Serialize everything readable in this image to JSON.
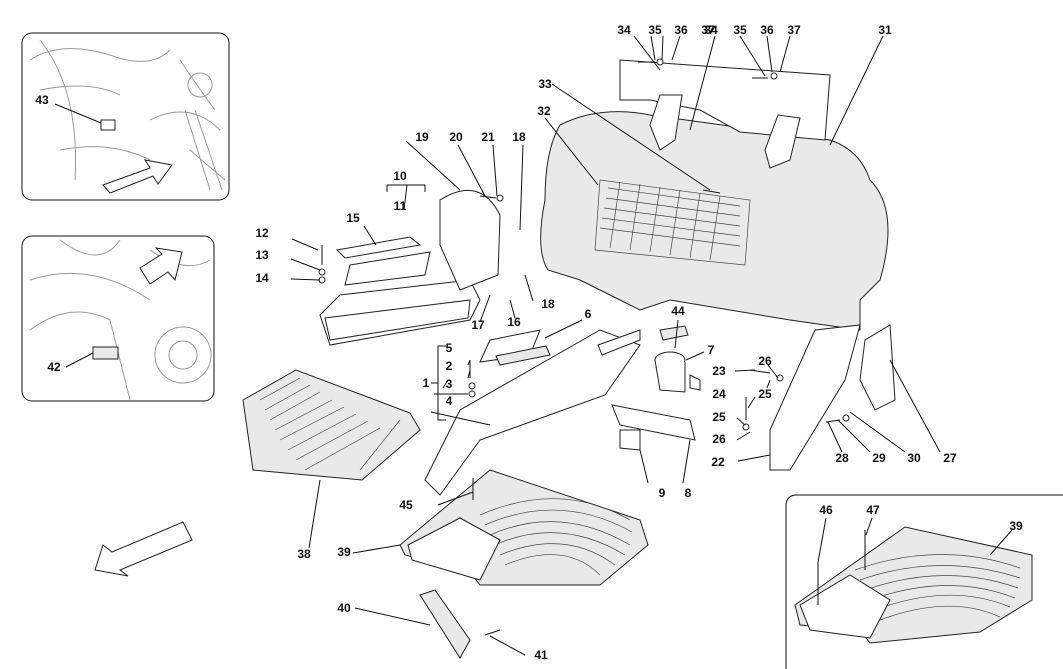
{
  "callouts": [
    "1",
    "2",
    "3",
    "4",
    "5",
    "6",
    "7",
    "8",
    "9",
    "10",
    "11",
    "12",
    "13",
    "14",
    "15",
    "16",
    "17",
    "18",
    "19",
    "20",
    "21",
    "22",
    "23",
    "24",
    "25",
    "26",
    "27",
    "28",
    "29",
    "30",
    "31",
    "32",
    "33",
    "34",
    "35",
    "36",
    "37",
    "38",
    "39",
    "40",
    "41",
    "42",
    "43",
    "44",
    "45",
    "46",
    "47"
  ],
  "icons": {
    "direction_arrow": "arrow-icon",
    "detail_arrow": "arrow-icon"
  }
}
